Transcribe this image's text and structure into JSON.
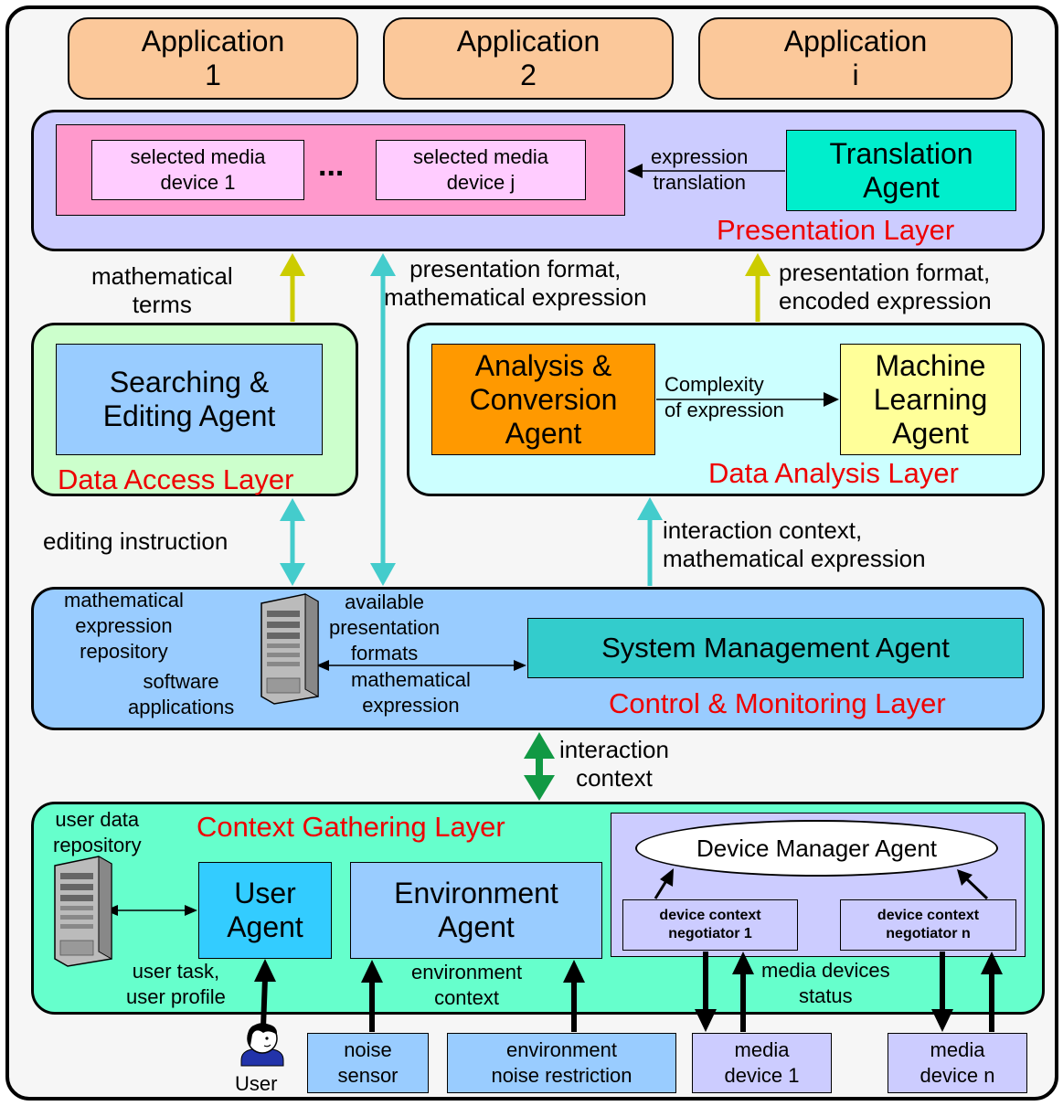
{
  "applications": [
    {
      "line1": "Application",
      "line2": "1"
    },
    {
      "line1": "Application",
      "line2": "2"
    },
    {
      "line1": "Application",
      "line2": "i"
    }
  ],
  "presentation_layer": {
    "title": "Presentation Layer",
    "device1": "selected media\ndevice 1",
    "ellipsis": "...",
    "devicej": "selected media\ndevice j",
    "edge_label": "expression\ntranslation",
    "translation_agent": "Translation\nAgent"
  },
  "edges": {
    "math_terms": "mathematical\nterms",
    "pres_format_math": "presentation format,\nmathematical expression",
    "pres_format_encoded": "presentation format,\nencoded expression",
    "editing_instruction": "editing instruction",
    "interaction_context_math": "interaction context,\nmathematical expression",
    "interaction_context": "interaction\ncontext",
    "complexity": "Complexity\nof expression"
  },
  "data_access_layer": {
    "title": "Data Access Layer",
    "agent": "Searching &\nEditing Agent"
  },
  "data_analysis_layer": {
    "title": "Data Analysis Layer",
    "analysis_agent": "Analysis &\nConversion\nAgent",
    "ml_agent": "Machine\nLearning\nAgent"
  },
  "control_layer": {
    "title": "Control & Monitoring Layer",
    "repo_label": "mathematical\nexpression\nrepository",
    "software_label": "software\napplications",
    "formats_label": "available\npresentation\nformats",
    "math_expr_label": "mathematical\nexpression",
    "agent": "System Management Agent"
  },
  "context_layer": {
    "title": "Context Gathering Layer",
    "user_repo": "user data\nrepository",
    "user_agent": "User\nAgent",
    "env_agent": "Environment\nAgent",
    "device_manager": "Device Manager Agent",
    "negotiator1": "device context\nnegotiator 1",
    "negotiatorn": "device context\nnegotiator n",
    "user_task": "user task,\nuser profile",
    "env_context": "environment\ncontext",
    "media_status": "media devices\nstatus"
  },
  "inputs": {
    "user": "User",
    "noise_sensor": "noise\nsensor",
    "env_noise": "environment\nnoise restriction",
    "media1": "media\ndevice 1",
    "median": "media\ndevice n"
  },
  "colors": {
    "application": "#fbc89a",
    "presentation": "#ccccff",
    "data_access": "#ccffcc",
    "data_analysis": "#ccffff",
    "control": "#99ccff",
    "context": "#66ffcc",
    "arrow_cyan": "#44cccc",
    "arrow_yellow": "#cccc00",
    "arrow_green": "#119944"
  }
}
